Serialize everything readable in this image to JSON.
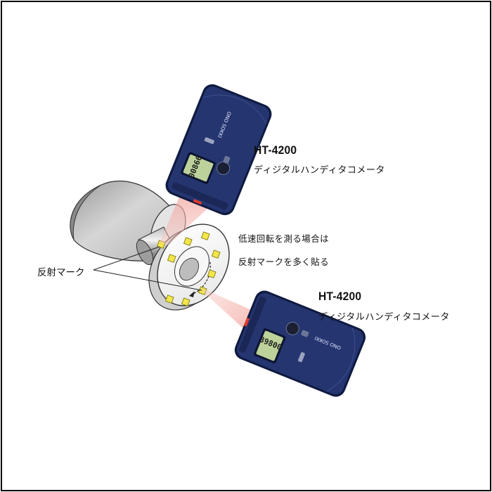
{
  "top_device": {
    "model": "HT-4200",
    "description": "ディジタルハンディタコメータ",
    "display_reading": "00866",
    "brand": "ONO SOKKI"
  },
  "bottom_device": {
    "model": "HT-4200",
    "description": "ディジタルハンディタコメータ",
    "display_reading": "39800",
    "brand": "ONO SOKKI"
  },
  "notes": {
    "line1": "低速回転を測る場合は",
    "line2": "反射マークを多く貼る"
  },
  "reflective_mark_label": "反射マーク",
  "colors": {
    "device_body": "#1f2f66",
    "device_edge": "#0f1a40",
    "lcd": "#bcd29a",
    "laser_beam": "#f4a9a2",
    "reflective_mark": "#f1e64a",
    "cylinder": "#cfcfcf"
  }
}
